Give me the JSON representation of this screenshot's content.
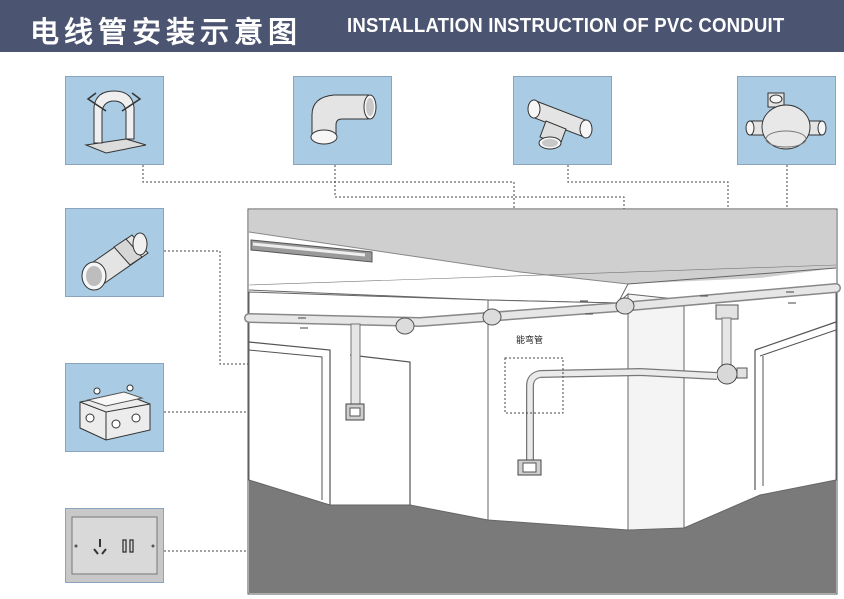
{
  "header": {
    "title_cn": "电线管安装示意图",
    "title_en": "INSTALLATION INSTRUCTION OF PVC CONDUIT"
  },
  "components": [
    {
      "id": "saddle-clip",
      "icon": "saddle-clip-icon"
    },
    {
      "id": "elbow",
      "icon": "elbow-icon"
    },
    {
      "id": "tee",
      "icon": "tee-icon"
    },
    {
      "id": "junction-box",
      "icon": "round-junction-box-icon"
    },
    {
      "id": "coupler",
      "icon": "coupler-icon"
    },
    {
      "id": "switch-box",
      "icon": "switch-box-icon"
    },
    {
      "id": "socket-plate",
      "icon": "socket-plate-icon"
    }
  ],
  "scene": {
    "bendable_pipe_label": "能弯管"
  },
  "colors": {
    "header_bg": "#4b5470",
    "card_bg": "#a9cbe3",
    "floor": "#777777",
    "ceiling": "#d3d3d3",
    "wall": "#ffffff",
    "pipe": "#dcdcdc"
  }
}
